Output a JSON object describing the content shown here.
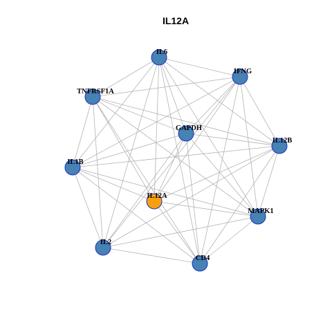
{
  "diagram": {
    "title": "IL12A",
    "colors": {
      "background": "#ffffff",
      "edge": "#b3b3b3",
      "node_fill": "#4682b4",
      "node_stroke": "#1f2fbf",
      "highlight_fill": "#f5a10f",
      "highlight_stroke": "#1f2fbf",
      "label": "#000000",
      "title": "#000000"
    },
    "nodes": [
      {
        "id": "IL6",
        "label": "IL6",
        "highlight": false
      },
      {
        "id": "IFNG",
        "label": "IFNG",
        "highlight": false
      },
      {
        "id": "TNFRSF1A",
        "label": "TNFRSF1A",
        "highlight": false
      },
      {
        "id": "GAPDH",
        "label": "GAPDH",
        "highlight": false
      },
      {
        "id": "IL12B",
        "label": "IL12B",
        "highlight": false
      },
      {
        "id": "IL1B",
        "label": "IL1B",
        "highlight": false
      },
      {
        "id": "IL12A",
        "label": "IL12A",
        "highlight": true
      },
      {
        "id": "MAPK1",
        "label": "MAPK1",
        "highlight": false
      },
      {
        "id": "IL2",
        "label": "IL2",
        "highlight": false
      },
      {
        "id": "CD4",
        "label": "CD4",
        "highlight": false
      }
    ],
    "edges": [
      [
        "IL6",
        "IFNG"
      ],
      [
        "IL6",
        "TNFRSF1A"
      ],
      [
        "IL6",
        "GAPDH"
      ],
      [
        "IL6",
        "IL12B"
      ],
      [
        "IL6",
        "IL1B"
      ],
      [
        "IL6",
        "IL12A"
      ],
      [
        "IL6",
        "MAPK1"
      ],
      [
        "IL6",
        "IL2"
      ],
      [
        "IL6",
        "CD4"
      ],
      [
        "IFNG",
        "TNFRSF1A"
      ],
      [
        "IFNG",
        "GAPDH"
      ],
      [
        "IFNG",
        "IL12B"
      ],
      [
        "IFNG",
        "IL1B"
      ],
      [
        "IFNG",
        "IL12A"
      ],
      [
        "IFNG",
        "MAPK1"
      ],
      [
        "IFNG",
        "IL2"
      ],
      [
        "IFNG",
        "CD4"
      ],
      [
        "TNFRSF1A",
        "GAPDH"
      ],
      [
        "TNFRSF1A",
        "IL12B"
      ],
      [
        "TNFRSF1A",
        "IL1B"
      ],
      [
        "TNFRSF1A",
        "IL12A"
      ],
      [
        "TNFRSF1A",
        "MAPK1"
      ],
      [
        "TNFRSF1A",
        "IL2"
      ],
      [
        "TNFRSF1A",
        "CD4"
      ],
      [
        "GAPDH",
        "IL12B"
      ],
      [
        "GAPDH",
        "IL1B"
      ],
      [
        "GAPDH",
        "IL12A"
      ],
      [
        "GAPDH",
        "MAPK1"
      ],
      [
        "GAPDH",
        "IL2"
      ],
      [
        "GAPDH",
        "CD4"
      ],
      [
        "IL12B",
        "IL1B"
      ],
      [
        "IL12B",
        "IL12A"
      ],
      [
        "IL12B",
        "MAPK1"
      ],
      [
        "IL12B",
        "IL2"
      ],
      [
        "IL12B",
        "CD4"
      ],
      [
        "IL1B",
        "IL12A"
      ],
      [
        "IL1B",
        "MAPK1"
      ],
      [
        "IL1B",
        "IL2"
      ],
      [
        "IL1B",
        "CD4"
      ],
      [
        "IL12A",
        "MAPK1"
      ],
      [
        "IL12A",
        "CD4"
      ],
      [
        "MAPK1",
        "IL2"
      ],
      [
        "MAPK1",
        "CD4"
      ],
      [
        "IL2",
        "CD4"
      ]
    ]
  }
}
